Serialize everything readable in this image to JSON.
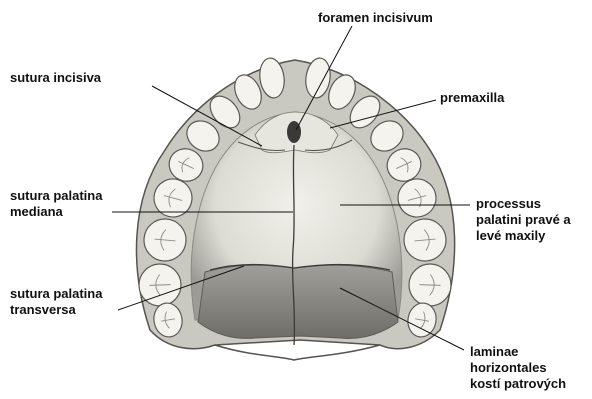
{
  "labels": {
    "foramen_incisivum": "foramen incisivum",
    "sutura_incisiva": "sutura incisiva",
    "premaxilla": "premaxilla",
    "sutura_palatina_mediana": [
      "sutura palatina",
      "mediana"
    ],
    "processus_palatini": [
      "processus",
      "palatini pravé a",
      "levé maxily"
    ],
    "sutura_palatina_transversa": [
      "sutura palatina",
      "transversa"
    ],
    "laminae_horizontales": [
      "laminae",
      "horizontales",
      "kostí patrových"
    ]
  },
  "colors": {
    "background": "#ffffff",
    "text": "#111111",
    "leader_line": "#111111",
    "bone_light": "#ecebe4",
    "bone_mid": "#bdbcb4",
    "bone_dark": "#7b7a74",
    "tooth_fill": "#f4f3ee",
    "tooth_outline": "#5a5955"
  }
}
